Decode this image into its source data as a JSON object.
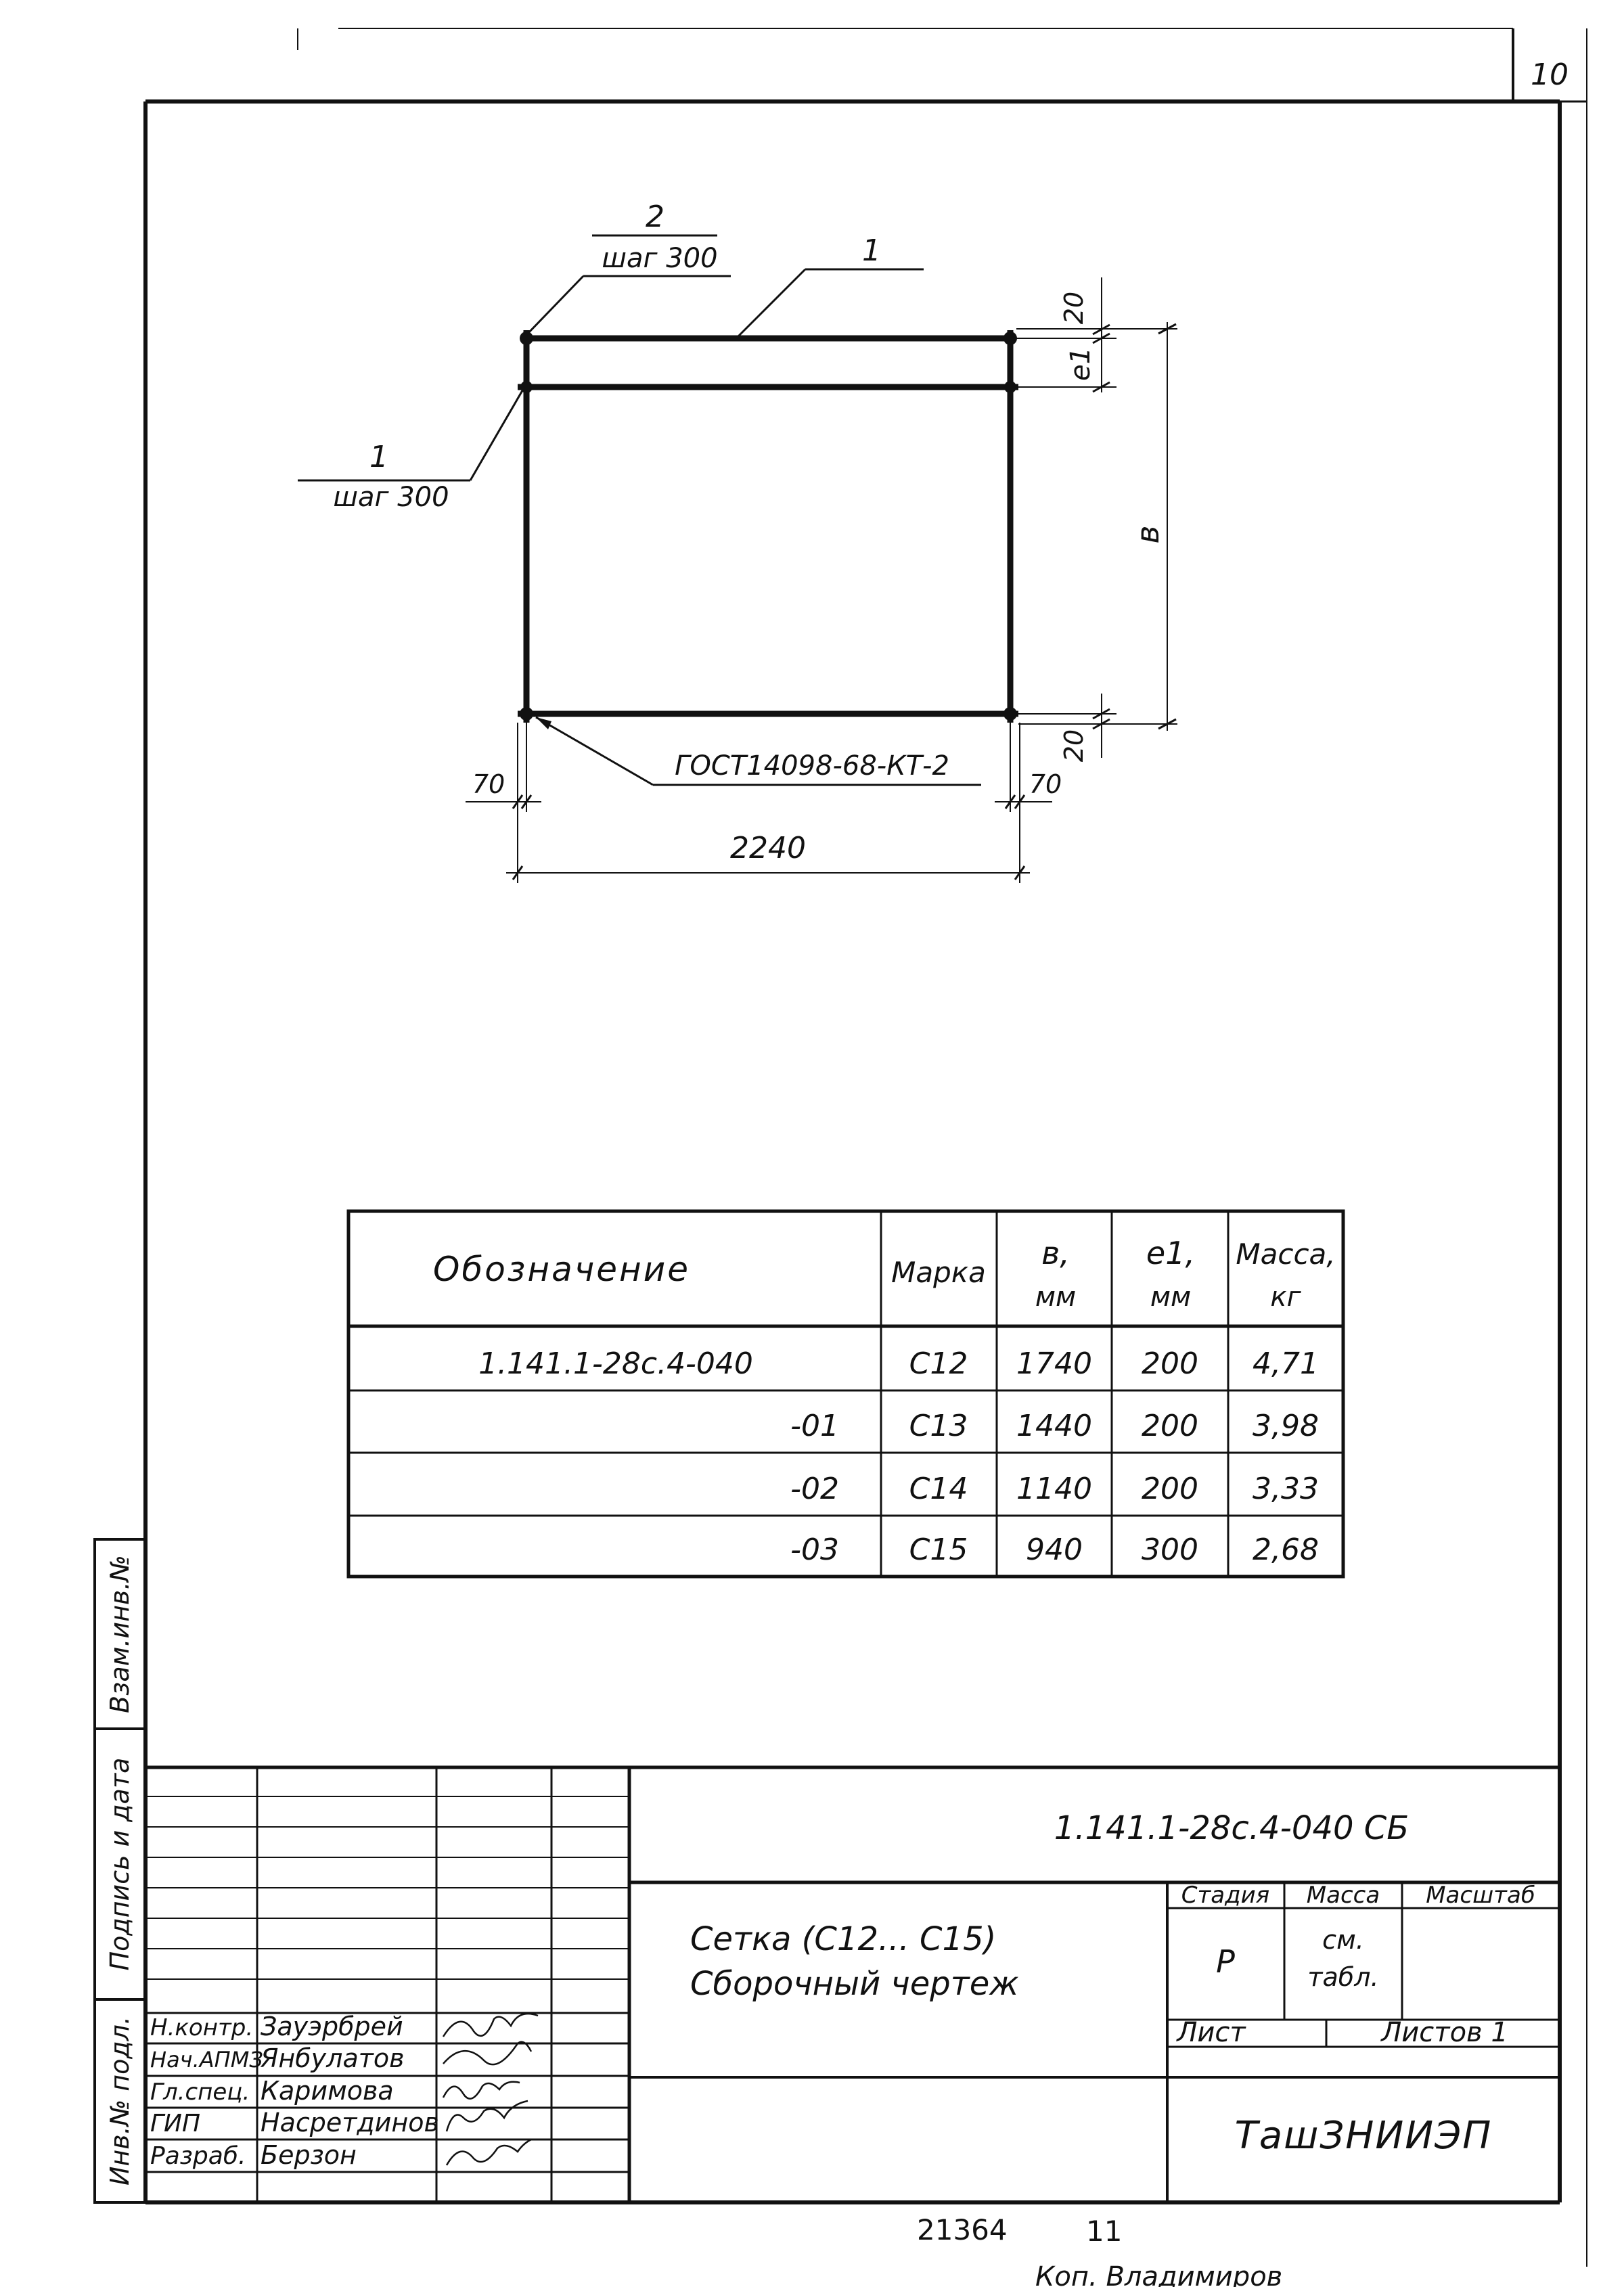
{
  "sheet": {
    "page_number": "10"
  },
  "drawing": {
    "callout_top_left": {
      "number": "2",
      "spacing": "шаг 300"
    },
    "callout_top_right": {
      "number": "1"
    },
    "callout_left": {
      "number": "1",
      "spacing": "шаг 300"
    },
    "weld_note": "ГОСТ14098-68-КТ-2",
    "dim_top_offset": "20",
    "dim_e1": "е1",
    "dim_b": "в",
    "dim_bottom_offset": "20",
    "dim_left_overhang": "70",
    "dim_right_overhang": "70",
    "dim_length": "2240"
  },
  "spec_table": {
    "headers": {
      "designation": "Обозначение",
      "mark": "Марка",
      "b_name": "в,",
      "b_unit": "мм",
      "e1_name": "е1,",
      "e1_unit": "мм",
      "mass_name": "Масса,",
      "mass_unit": "кг"
    },
    "rows": [
      {
        "designation": "1.141.1-28с.4-040",
        "mark": "С12",
        "b": "1740",
        "e1": "200",
        "mass": "4,71"
      },
      {
        "designation": "-01",
        "mark": "С13",
        "b": "1440",
        "e1": "200",
        "mass": "3,98"
      },
      {
        "designation": "-02",
        "mark": "С14",
        "b": "1140",
        "e1": "200",
        "mass": "3,33"
      },
      {
        "designation": "-03",
        "mark": "С15",
        "b": "940",
        "e1": "300",
        "mass": "2,68"
      }
    ]
  },
  "side_labels": {
    "inv_no": "Инв.№ подл.",
    "sign_date": "Подпись и дата",
    "replace_inv": "Взам.инв.№"
  },
  "title_block": {
    "doc_number": "1.141.1-28с.4-040 СБ",
    "title_line1": "Сетка (С12... С15)",
    "title_line2": "Сборочный чертеж",
    "stage_label": "Стадия",
    "mass_label": "Масса",
    "scale_label": "Масштаб",
    "stage_value": "Р",
    "mass_value_line1": "см.",
    "mass_value_line2": "табл.",
    "sheet_label": "Лист",
    "sheets_label": "Листов 1",
    "organization": "ТашЗНИИЭП",
    "staff": [
      {
        "role": "Н.контр.",
        "name": "Зауэрбрей"
      },
      {
        "role": "Нач.АПМЗ",
        "name": "Янбулатов"
      },
      {
        "role": "Гл.спец.",
        "name": "Каримова"
      },
      {
        "role": "ГИП",
        "name": "Насретдинов"
      },
      {
        "role": "Разраб.",
        "name": "Берзон"
      }
    ]
  },
  "footer": {
    "code": "21364",
    "copy": "11",
    "note": "Коп. Владимиров"
  }
}
